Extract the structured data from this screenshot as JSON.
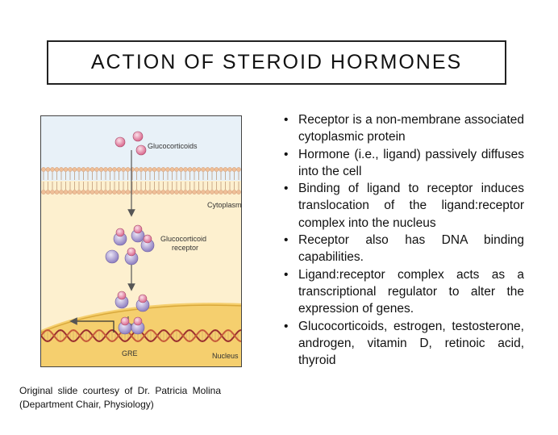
{
  "title": "ACTION OF STEROID HORMONES",
  "figure": {
    "label_glucocorticoids": "Glucocorticoids",
    "label_cytoplasm": "Cytoplasm",
    "label_receptor_line1": "Glucocorticoid",
    "label_receptor_line2": "receptor",
    "label_gre": "GRE",
    "label_nucleus": "Nucleus"
  },
  "bullets": [
    "Receptor is a non-membrane associated cytoplasmic protein",
    "Hormone (i.e., ligand) passively diffuses into the cell",
    "Binding of ligand to receptor induces translocation of the ligand:receptor complex into the nucleus",
    "Receptor also has DNA binding capabilities.",
    "Ligand:receptor complex acts as a transcriptional regulator to alter the expression of genes.",
    "Glucocorticoids, estrogen, testosterone, androgen, vitamin D, retinoic acid, thyroid"
  ],
  "credit": "Original slide courtesy of Dr. Patricia Molina (Department Chair, Physiology)",
  "colors": {
    "cytoplasm": "#fdf0cf",
    "extracellular": "#e8f1f8",
    "nucleus": "#f7d67a",
    "membrane_head": "#f0c7a6",
    "ligand": "#e58aa9",
    "receptor": "#a99ad0"
  }
}
